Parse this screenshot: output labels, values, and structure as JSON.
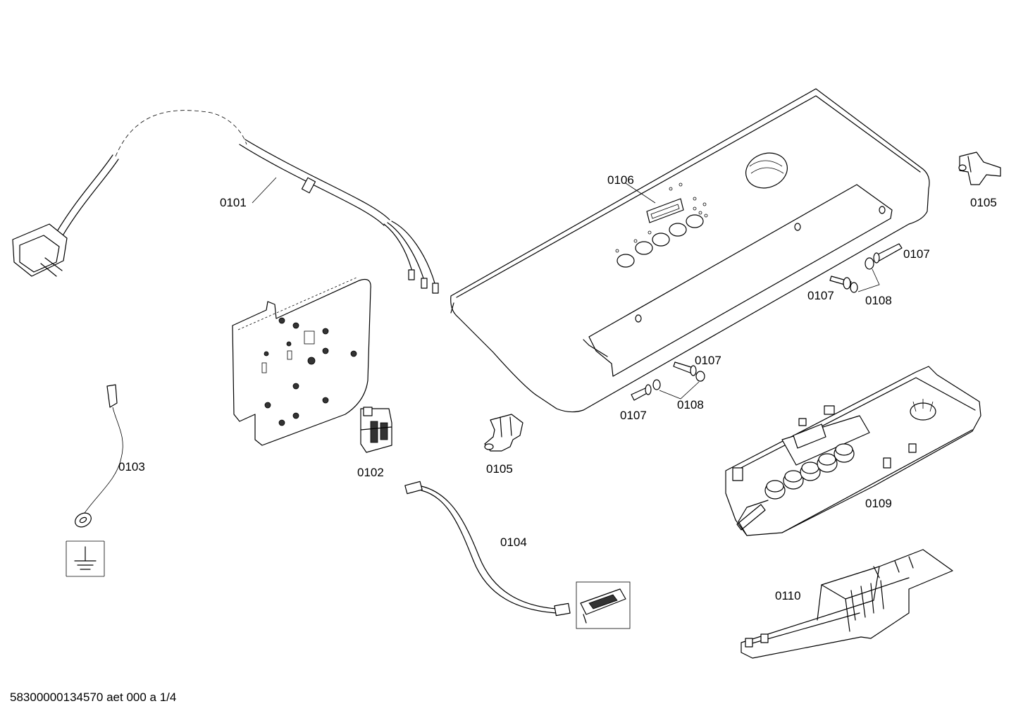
{
  "parts": [
    {
      "id": "p0101",
      "label": "0101"
    },
    {
      "id": "p0102",
      "label": "0102"
    },
    {
      "id": "p0103",
      "label": "0103"
    },
    {
      "id": "p0104",
      "label": "0104"
    },
    {
      "id": "p0105a",
      "label": "0105"
    },
    {
      "id": "p0105b",
      "label": "0105"
    },
    {
      "id": "p0106",
      "label": "0106"
    },
    {
      "id": "p0107a",
      "label": "0107"
    },
    {
      "id": "p0107b",
      "label": "0107"
    },
    {
      "id": "p0107c",
      "label": "0107"
    },
    {
      "id": "p0107d",
      "label": "0107"
    },
    {
      "id": "p0108a",
      "label": "0108"
    },
    {
      "id": "p0108b",
      "label": "0108"
    },
    {
      "id": "p0109",
      "label": "0109"
    },
    {
      "id": "p0110",
      "label": "0110"
    }
  ],
  "footer": {
    "text": "58300000134570 aet 000 a 1/4"
  },
  "icons": [
    "ground-symbol-icon"
  ]
}
